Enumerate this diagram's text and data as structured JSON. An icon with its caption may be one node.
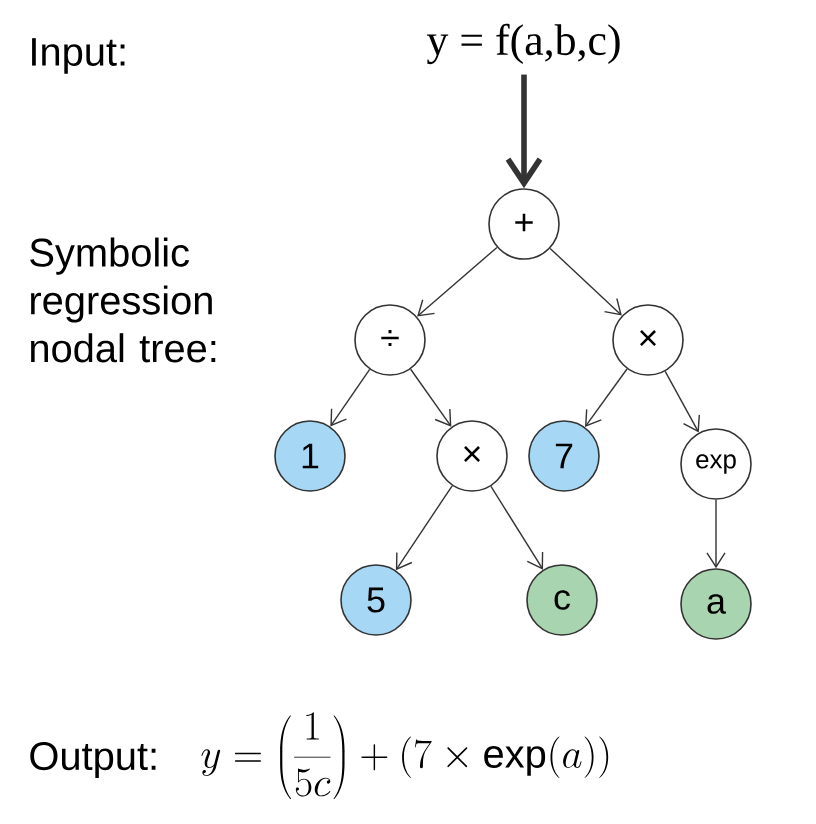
{
  "diagram": {
    "nodes": [
      {
        "text": [
          "y = f(a,b,c)"
        ]
      },
      {
        "text": [
          "+"
        ]
      },
      {
        "text": [
          "÷"
        ]
      },
      {
        "text": [
          "×"
        ]
      },
      {
        "text": [
          "1"
        ]
      },
      {
        "text": [
          "×"
        ]
      },
      {
        "text": [
          "7"
        ]
      },
      {
        "text": [
          "exp"
        ]
      },
      {
        "text": [
          "5"
        ]
      },
      {
        "text": [
          "c"
        ]
      },
      {
        "text": [
          "a"
        ]
      }
    ],
    "edges": [
      {
        "from": 0,
        "to": 1,
        "arrow": "to",
        "style": "thick"
      },
      {
        "from": 1,
        "to": 2,
        "arrow": "to"
      },
      {
        "from": 1,
        "to": 3,
        "arrow": "to"
      },
      {
        "from": 2,
        "to": 4,
        "arrow": "to"
      },
      {
        "from": 2,
        "to": 5,
        "arrow": "to"
      },
      {
        "from": 3,
        "to": 6,
        "arrow": "to"
      },
      {
        "from": 3,
        "to": 7,
        "arrow": "to"
      },
      {
        "from": 5,
        "to": 8,
        "arrow": "to"
      },
      {
        "from": 5,
        "to": 9,
        "arrow": "to"
      },
      {
        "from": 7,
        "to": 10,
        "arrow": "to"
      }
    ],
    "labels": [
      "Input:",
      "Symbolic regression nodal tree:",
      "Output:",
      "y = \\left(\\frac{1}{5c}\\right) + (7 \\times \\exp(a))"
    ]
  }
}
